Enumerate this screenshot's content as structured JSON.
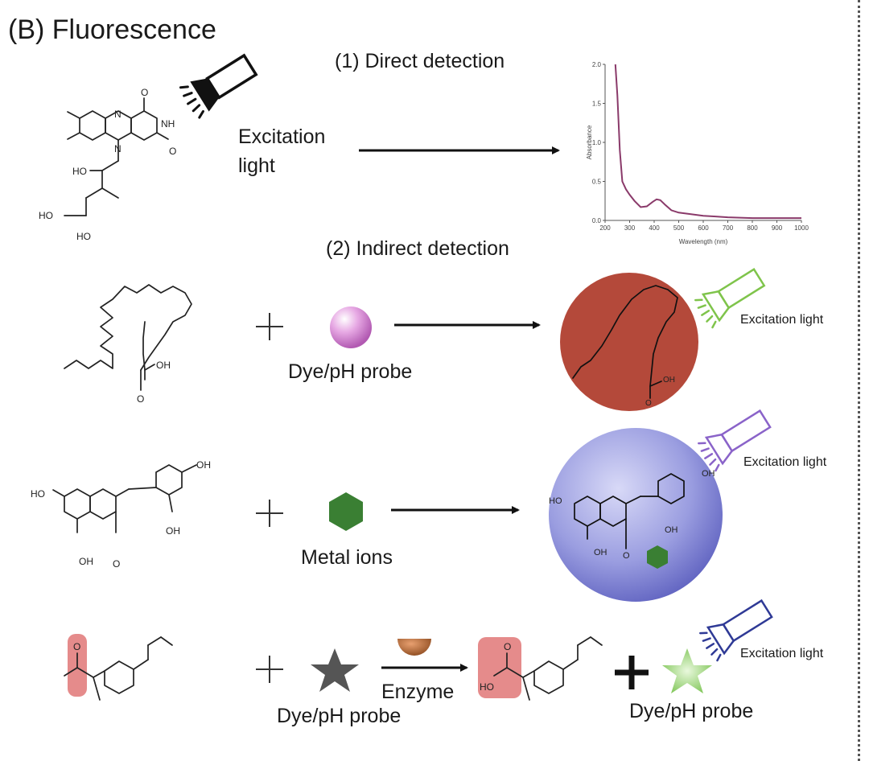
{
  "title": "(B) Fluorescence",
  "direct": {
    "heading": "(1) Direct detection",
    "excitation_label": "Excitation light",
    "molecule_atoms": {
      "o": "O",
      "nh": "NH",
      "n": "N",
      "ho": "HO"
    }
  },
  "spectrum_chart": {
    "chart_data": {
      "type": "line",
      "xlabel": "Wavelength (nm)",
      "ylabel": "Absorbance",
      "xlim": [
        200,
        1000
      ],
      "ylim": [
        0,
        2.0
      ],
      "xticks": [
        "200",
        "300",
        "400",
        "500",
        "600",
        "700",
        "800",
        "900",
        "1000"
      ],
      "yticks": [
        "0.0",
        "0.5",
        "1.0",
        "1.5",
        "2.0"
      ],
      "series": [
        {
          "color": "#8a3a6a",
          "x": [
            242,
            250,
            260,
            270,
            285,
            300,
            320,
            345,
            370,
            395,
            410,
            425,
            445,
            470,
            500,
            550,
            600,
            650,
            700,
            800,
            900,
            1000
          ],
          "y": [
            2.0,
            1.6,
            0.9,
            0.5,
            0.4,
            0.33,
            0.25,
            0.17,
            0.18,
            0.24,
            0.27,
            0.26,
            0.2,
            0.13,
            0.1,
            0.08,
            0.06,
            0.05,
            0.04,
            0.03,
            0.03,
            0.03
          ]
        }
      ]
    }
  },
  "indirect": {
    "heading": "(2) Indirect detection",
    "row1": {
      "reagent": "Dye/pH probe",
      "excitation": "Excitation light",
      "oh": "OH",
      "o": "O"
    },
    "row2": {
      "reagent": "Metal ions",
      "excitation": "Excitation light",
      "ho": "HO",
      "oh": "OH",
      "o": "O"
    },
    "row3": {
      "reagent": "Dye/pH probe",
      "enzyme": "Enzyme",
      "product": "Dye/pH probe",
      "excitation": "Excitation light",
      "o": "O",
      "ho": "HO"
    }
  },
  "colors": {
    "violet_sphere": "#d98fd8",
    "red_particle": "#b4493a",
    "blue_particle": "#8c8fd8",
    "metal_hexagon": "#3a7f33",
    "dark_star": "#555555",
    "green_star": "#86cf62",
    "enzyme": "#b06a38",
    "highlight": "#e58b8b",
    "flashlight_green": "#7fc44b",
    "flashlight_purple": "#8a63c9",
    "flashlight_blue": "#2f3a96"
  }
}
